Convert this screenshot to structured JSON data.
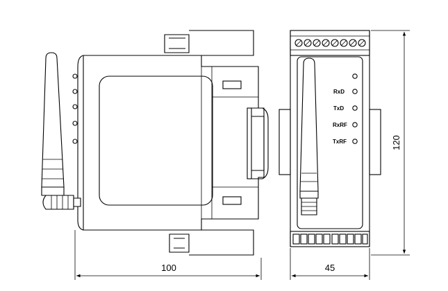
{
  "dimensions": {
    "width_label": "100",
    "depth_label": "45",
    "height_label": "120"
  },
  "front_panel": {
    "led_labels": [
      "RxD",
      "TxD",
      "RxRF",
      "TxRF"
    ]
  },
  "icons": {
    "antenna": "antenna-icon",
    "led": "led-indicator-icon",
    "screw_terminal": "screw-terminal-icon",
    "din_rail": "din-rail-clip-icon"
  }
}
